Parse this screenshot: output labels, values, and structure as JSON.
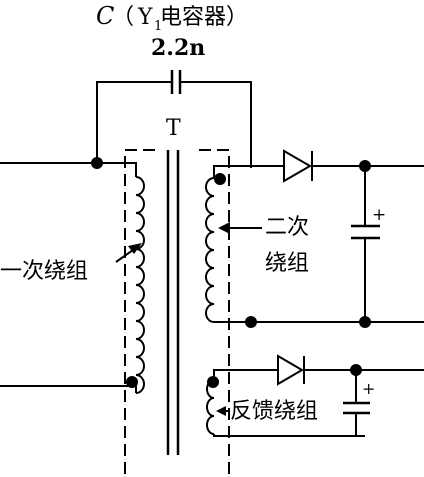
{
  "title": {
    "c_symbol": "C",
    "paren_open": "（",
    "y_text": "Y",
    "y_sub": "1",
    "desc": " 电容器）"
  },
  "capacitor_value": "2.2n",
  "transformer_label": "T",
  "labels": {
    "primary": "一次绕组",
    "secondary_line1": "二次",
    "secondary_line2": "绕组",
    "feedback": "反馈绕组",
    "plus_secondary": "+",
    "plus_feedback": "+"
  },
  "colors": {
    "line": "#000000",
    "background": "#ffffff"
  }
}
